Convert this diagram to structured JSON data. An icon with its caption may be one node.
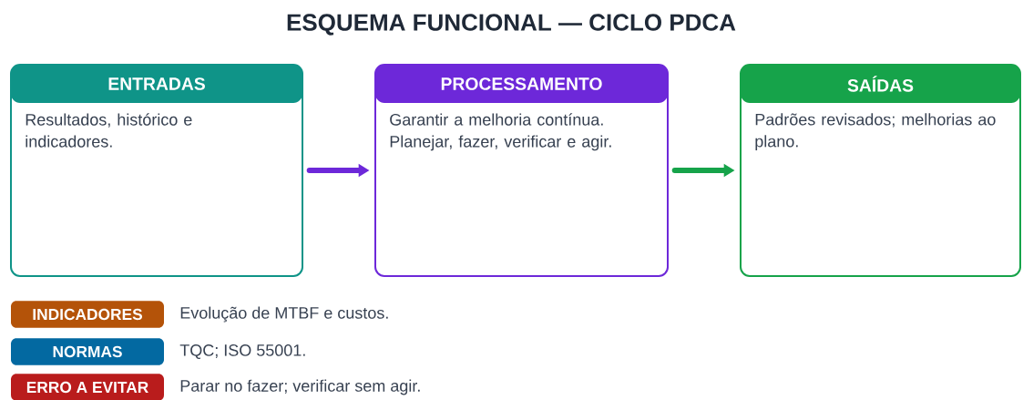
{
  "diagram": {
    "title": "ESQUEMA FUNCIONAL — CICLO PDCA",
    "nodes": [
      {
        "text": [
          "ENTRADAS",
          "Resultados, histórico e indicadores."
        ]
      },
      {
        "text": [
          "PROCESSAMENTO",
          "Garantir a melhoria contínua. Planejar, fazer, verificar e agir."
        ]
      },
      {
        "text": [
          "SAÍDAS",
          "Padrões revisados; melhorias ao plano."
        ]
      },
      {
        "text": [
          "INDICADORES"
        ],
        "beside": [
          "Evolução de MTBF e custos."
        ]
      },
      {
        "text": [
          "NORMAS"
        ],
        "beside": [
          "TQC; ISO 55001."
        ]
      },
      {
        "text": [
          "ERRO A EVITAR"
        ],
        "beside": [
          "Parar no fazer; verificar sem agir."
        ]
      }
    ],
    "edges": [
      {
        "from": 0,
        "to": 1,
        "arrow": "to",
        "color": "#6d28d9"
      },
      {
        "from": 1,
        "to": 2,
        "arrow": "to",
        "color": "#16a34a"
      }
    ]
  }
}
